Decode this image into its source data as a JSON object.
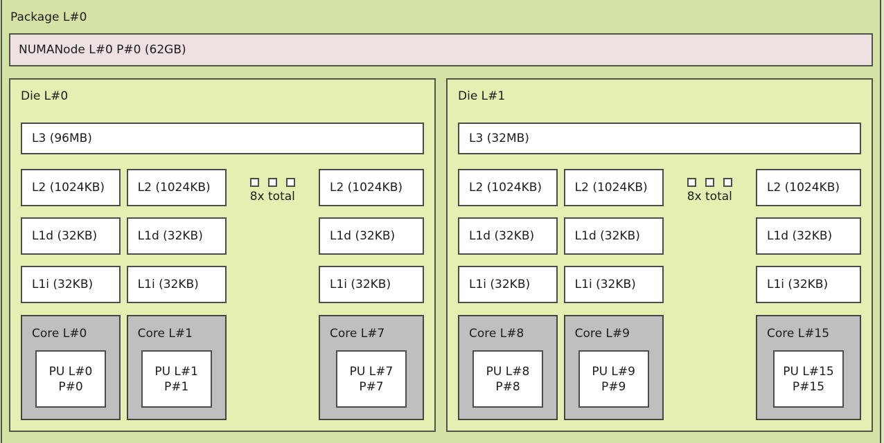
{
  "colors": {
    "package_bg": "#d5e2a5",
    "die_bg": "#e4f0b1",
    "numa_bg": "#efe1e1",
    "core_bg": "#bfbfbf",
    "cache_bg": "#ffffff",
    "border": "#50534a"
  },
  "package": {
    "label": "Package L#0"
  },
  "numanode": {
    "label": "NUMANode L#0 P#0 (62GB)"
  },
  "dies": [
    {
      "label": "Die L#0",
      "l3_label": "L3 (96MB)",
      "l2_labels": [
        "L2 (1024KB)",
        "L2 (1024KB)",
        "L2 (1024KB)"
      ],
      "l1d_labels": [
        "L1d (32KB)",
        "L1d (32KB)",
        "L1d (32KB)"
      ],
      "l1i_labels": [
        "L1i (32KB)",
        "L1i (32KB)",
        "L1i (32KB)"
      ],
      "more_label": "8x total",
      "cores": [
        {
          "label": "Core L#0",
          "pu_line1": "PU L#0",
          "pu_line2": "P#0"
        },
        {
          "label": "Core L#1",
          "pu_line1": "PU L#1",
          "pu_line2": "P#1"
        },
        {
          "label": "Core L#7",
          "pu_line1": "PU L#7",
          "pu_line2": "P#7"
        }
      ]
    },
    {
      "label": "Die L#1",
      "l3_label": "L3 (32MB)",
      "l2_labels": [
        "L2 (1024KB)",
        "L2 (1024KB)",
        "L2 (1024KB)"
      ],
      "l1d_labels": [
        "L1d (32KB)",
        "L1d (32KB)",
        "L1d (32KB)"
      ],
      "l1i_labels": [
        "L1i (32KB)",
        "L1i (32KB)",
        "L1i (32KB)"
      ],
      "more_label": "8x total",
      "cores": [
        {
          "label": "Core L#8",
          "pu_line1": "PU L#8",
          "pu_line2": "P#8"
        },
        {
          "label": "Core L#9",
          "pu_line1": "PU L#9",
          "pu_line2": "P#9"
        },
        {
          "label": "Core L#15",
          "pu_line1": "PU L#15",
          "pu_line2": "P#15"
        }
      ]
    }
  ]
}
